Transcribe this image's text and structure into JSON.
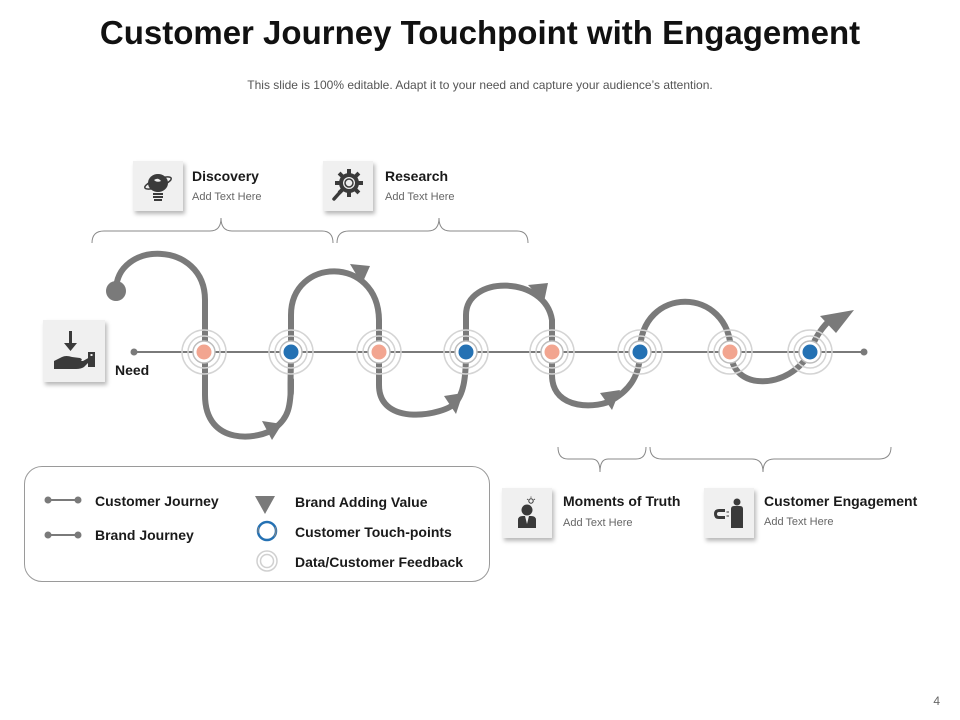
{
  "title": "Customer Journey Touchpoint  with Engagement",
  "subtitle": "This slide is 100% editable. Adapt it to your need and capture your audience’s attention.",
  "need_label": "Need",
  "stages_top": [
    {
      "title": "Discovery",
      "text": "Add Text Here",
      "icon": "lightbulb-globe-icon"
    },
    {
      "title": "Research",
      "text": "Add Text Here",
      "icon": "gear-magnifier-icon"
    }
  ],
  "stages_bottom": [
    {
      "title": "Moments of Truth",
      "text": "Add Text Here",
      "icon": "person-idea-icon"
    },
    {
      "title": "Customer Engagement",
      "text": "Add Text Here",
      "icon": "magnet-person-icon"
    }
  ],
  "legend": {
    "customer_journey": "Customer Journey",
    "brand_journey": "Brand Journey",
    "brand_adding_value": "Brand Adding  Value",
    "customer_touch_points": "Customer Touch-points",
    "data_feedback": "Data/Customer Feedback"
  },
  "touchpoint_sequence": [
    "feedback",
    "touch-point",
    "feedback",
    "touch-point",
    "feedback",
    "touch-point",
    "feedback",
    "touch-point"
  ],
  "colors": {
    "path": "#7a7a7a",
    "touch_point": "#2471b3",
    "feedback": "#f2a590",
    "line": "#7a7a7a"
  },
  "page_number": "4"
}
